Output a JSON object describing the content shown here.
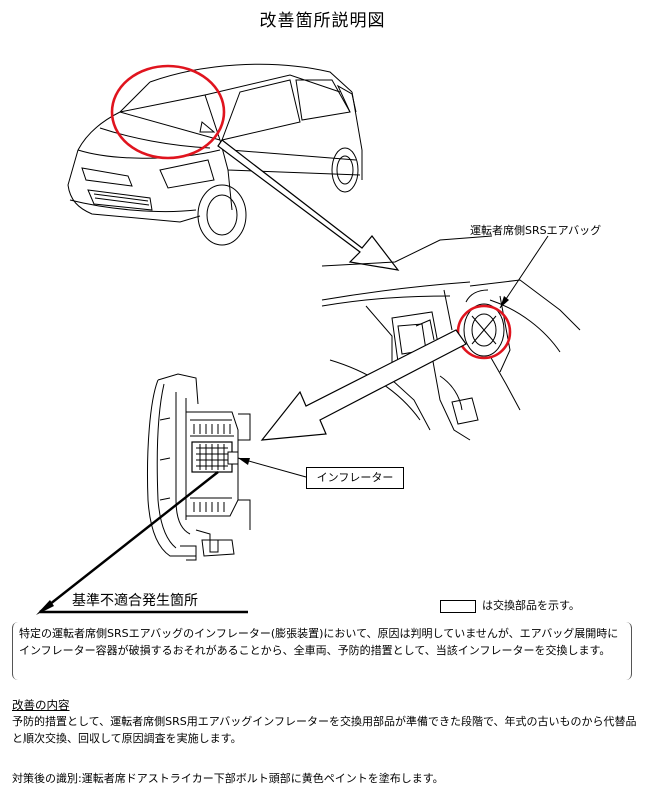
{
  "title": "改善箇所説明図",
  "labels": {
    "airbag": "運転者席側SRSエアバッグ",
    "inflator": "インフレーター",
    "defect_location": "基準不適合発生箇所"
  },
  "legend": {
    "text": "は交換部品を示す。"
  },
  "notice": {
    "text": "特定の運転者席側SRSエアバッグのインフレーター(膨張装置)において、原因は判明していませんが、エアバッグ展開時にインフレーター容器が破損するおそれがあることから、全車両、予防的措置として、当該インフレーターを交換します。"
  },
  "improvement": {
    "heading": "改善の内容",
    "body": "予防的措置として、運転者席側SRS用エアバッグインフレーターを交換用部品が準備できた段階で、年式の古いものから代替品と順次交換、回収して原因調査を実施します。"
  },
  "identification": {
    "text": "対策後の識別:運転者席ドアストライカー下部ボルト頭部に黄色ペイントを塗布します。"
  },
  "colors": {
    "highlight": "#e0141e",
    "line": "#000000"
  }
}
